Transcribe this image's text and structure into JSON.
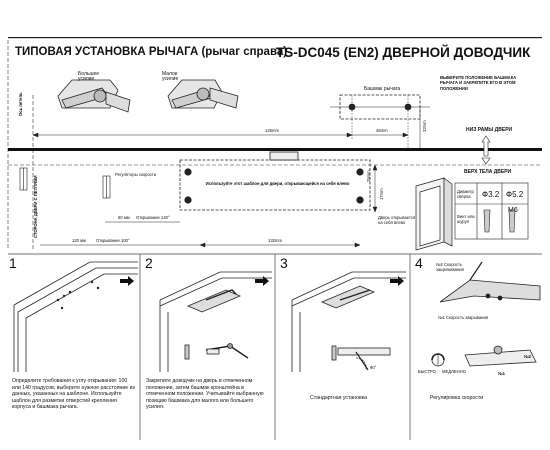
{
  "header": {
    "left_title": "ТИПОВАЯ УСТАНОВКА РЫЧАГА (рычаг справа)",
    "right_title": "TS-DC045 (EN2) ДВЕРНОЙ ДОВОДЧИК"
  },
  "top_diagram": {
    "more_force_label": "Большее усилие",
    "less_force_label": "Малое усилие",
    "bracket_label": "Башмак рычага",
    "select_note": "ВЫБЕРИТЕ ПОЛОЖЕНИЕ БАШМАКА РЫЧАГА И ЗАКРЕПИТЕ ЕГО В ЭТОМ ПОЛОЖЕНИИ",
    "hinge_axis_label": "Ось петель",
    "frame_bottom_label": "НИЗ РАМЫ ДВЕРИ",
    "door_top_label": "ВЕРХ ТЕЛА ДВЕРИ",
    "hinge_side_label": "СТОРОНА ДВЕРИ С ПЕТЛЯМИ",
    "speed_regulators_label": "Регуляторы скорости",
    "template_note": "Используйте этот шаблон для двери, открывающейся на себя влево",
    "door_opens_left_label": "Дверь открывается на себя влево",
    "dim_125": "125mm",
    "dim_45": "45mm",
    "dim_32": "32mm",
    "dim_25": "25mm",
    "dim_17": "17mm",
    "dim_60": "60 мм",
    "dim_120": "120 мм",
    "dim_132": "132mm",
    "open_140": "Открывание 140°",
    "open_100": "Открывание 100°",
    "table": {
      "drill_label": "Диаметр сверла",
      "drill_a": "Ф3.2",
      "drill_b": "Ф5.2",
      "screw_label": "Винт или шуруп",
      "screw_b": "M6"
    }
  },
  "steps": [
    {
      "number": "1",
      "caption": "Определите требования к углу открывания: 100 или 140 градусов, выберите нужное расстояние из данных, указанных на шаблоне. Используйте шаблон для разметки отверстий крепления корпуса и башмака рычага."
    },
    {
      "number": "2",
      "caption": "Закрепите доводчик на дверь в отмеченном положении, затем башмак кронштейна в отмеченном положении. Учитывайте выбранную позицию башмака для малого или большего усилия."
    },
    {
      "number": "3",
      "caption": "Стандартная установка",
      "angle": "90°"
    },
    {
      "number": "4",
      "caption": "Регулировка скорости",
      "speed2_label": "№2 Скорость защелкивания",
      "speed1_label": "№1 Скорость закрывания",
      "fast_label": "БЫСТРО",
      "slow_label": "МЕДЛЕННО",
      "n1": "№1",
      "n2": "№2"
    }
  ]
}
